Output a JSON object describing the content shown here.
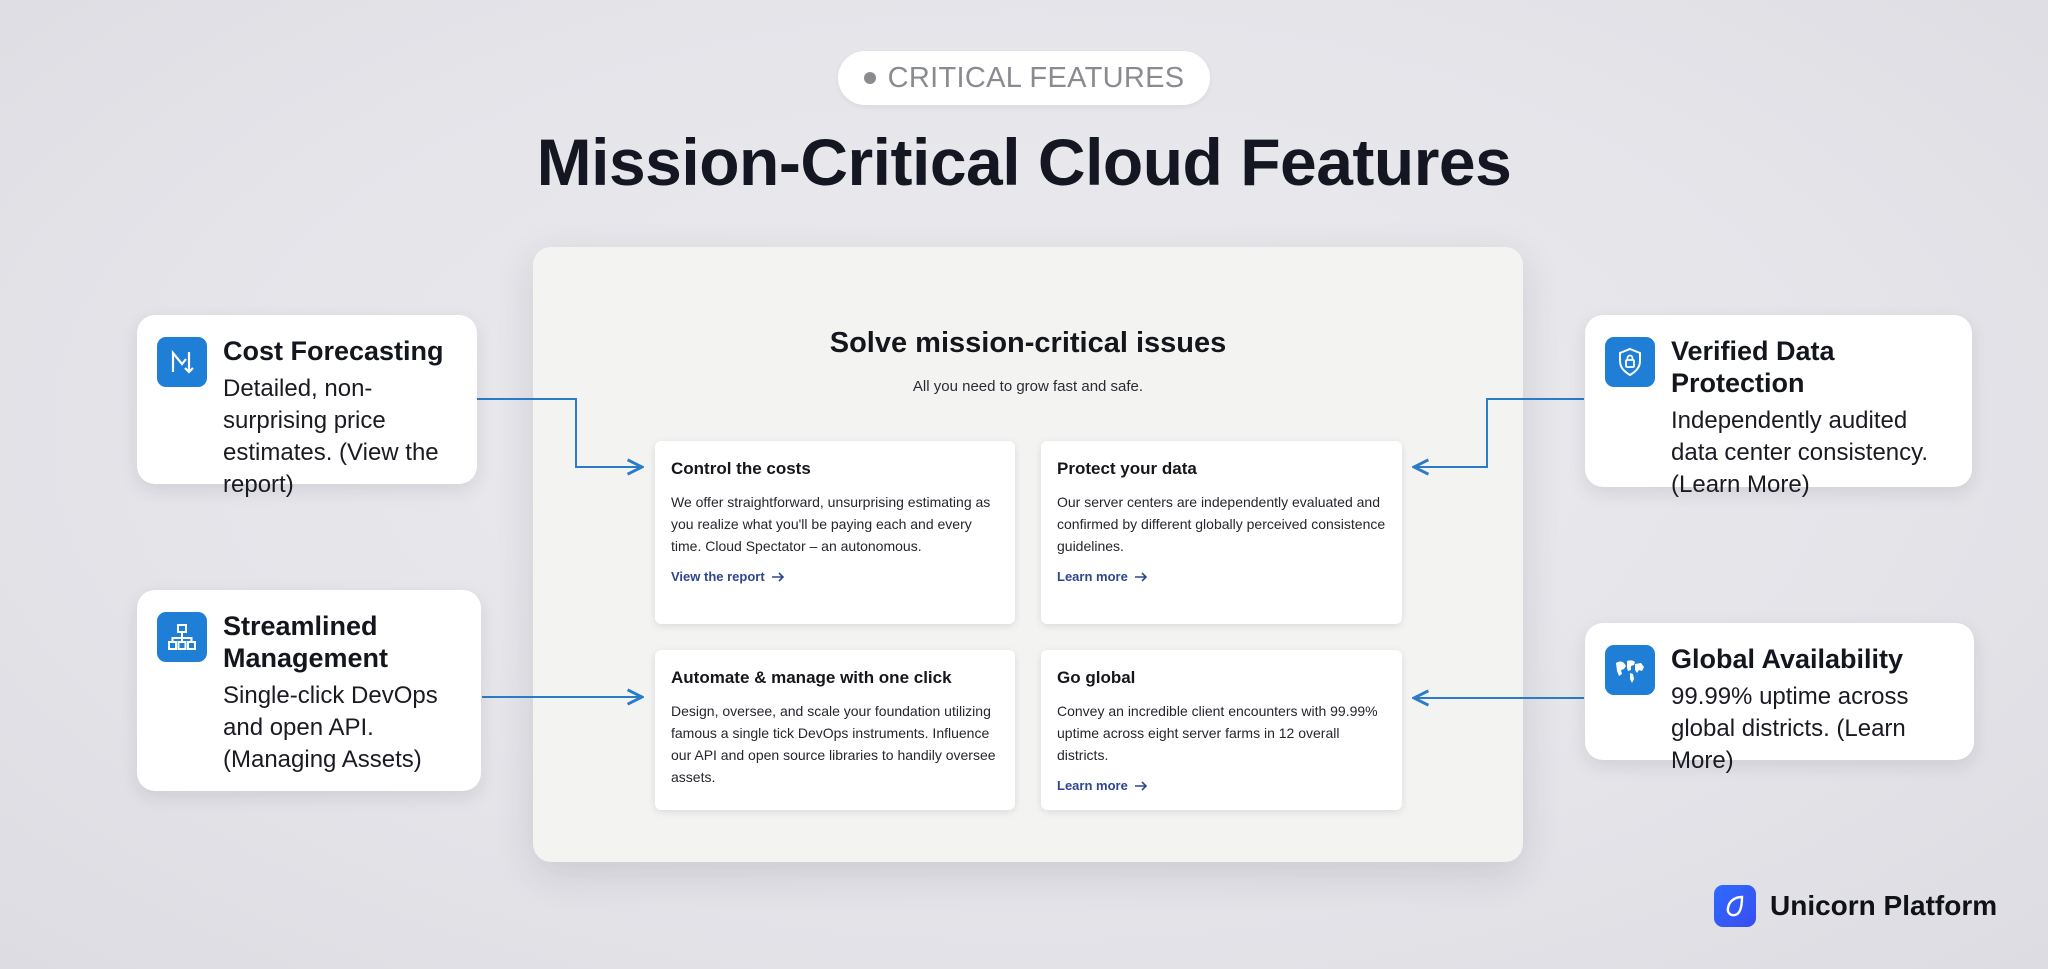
{
  "header": {
    "eyebrow": "CRITICAL FEATURES",
    "title": "Mission-Critical Cloud Features"
  },
  "panel": {
    "title": "Solve mission-critical issues",
    "subtitle": "All you need to grow fast and safe.",
    "cards": [
      {
        "title": "Control the costs",
        "body": "We offer straightforward, unsurprising estimating as you realize what you'll be paying each and every time. Cloud Spectator – an autonomous.",
        "link": "View the report"
      },
      {
        "title": "Protect your data",
        "body": "Our server centers are independently evaluated and confirmed by different globally perceived consistence guidelines.",
        "link": "Learn more"
      },
      {
        "title": "Automate & manage with one click",
        "body": "Design, oversee, and scale your foundation utilizing famous a single tick DevOps instruments. Influence our API and open source libraries to handily oversee assets.",
        "link": ""
      },
      {
        "title": "Go global",
        "body": "Convey an incredible client encounters with 99.99% uptime across eight server farms in 12 overall districts.",
        "link": "Learn more"
      }
    ]
  },
  "callouts": [
    {
      "title": "Cost Forecasting",
      "body": "Detailed, non-surprising price estimates. (View the report)",
      "icon": "chart-arrows-icon"
    },
    {
      "title": "Streamlined Management",
      "body": "Single-click DevOps and open API. (Managing Assets)",
      "icon": "hierarchy-icon"
    },
    {
      "title": "Verified Data Protection",
      "body": "Independently audited data center consistency. (Learn More)",
      "icon": "shield-lock-icon"
    },
    {
      "title": "Global Availability",
      "body": "99.99% uptime across global districts. (Learn More)",
      "icon": "world-map-icon"
    }
  ],
  "brand": {
    "name": "Unicorn Platform"
  },
  "colors": {
    "accent": "#1f7ed6",
    "link": "#2d4690",
    "connector": "#2a7bc8"
  }
}
